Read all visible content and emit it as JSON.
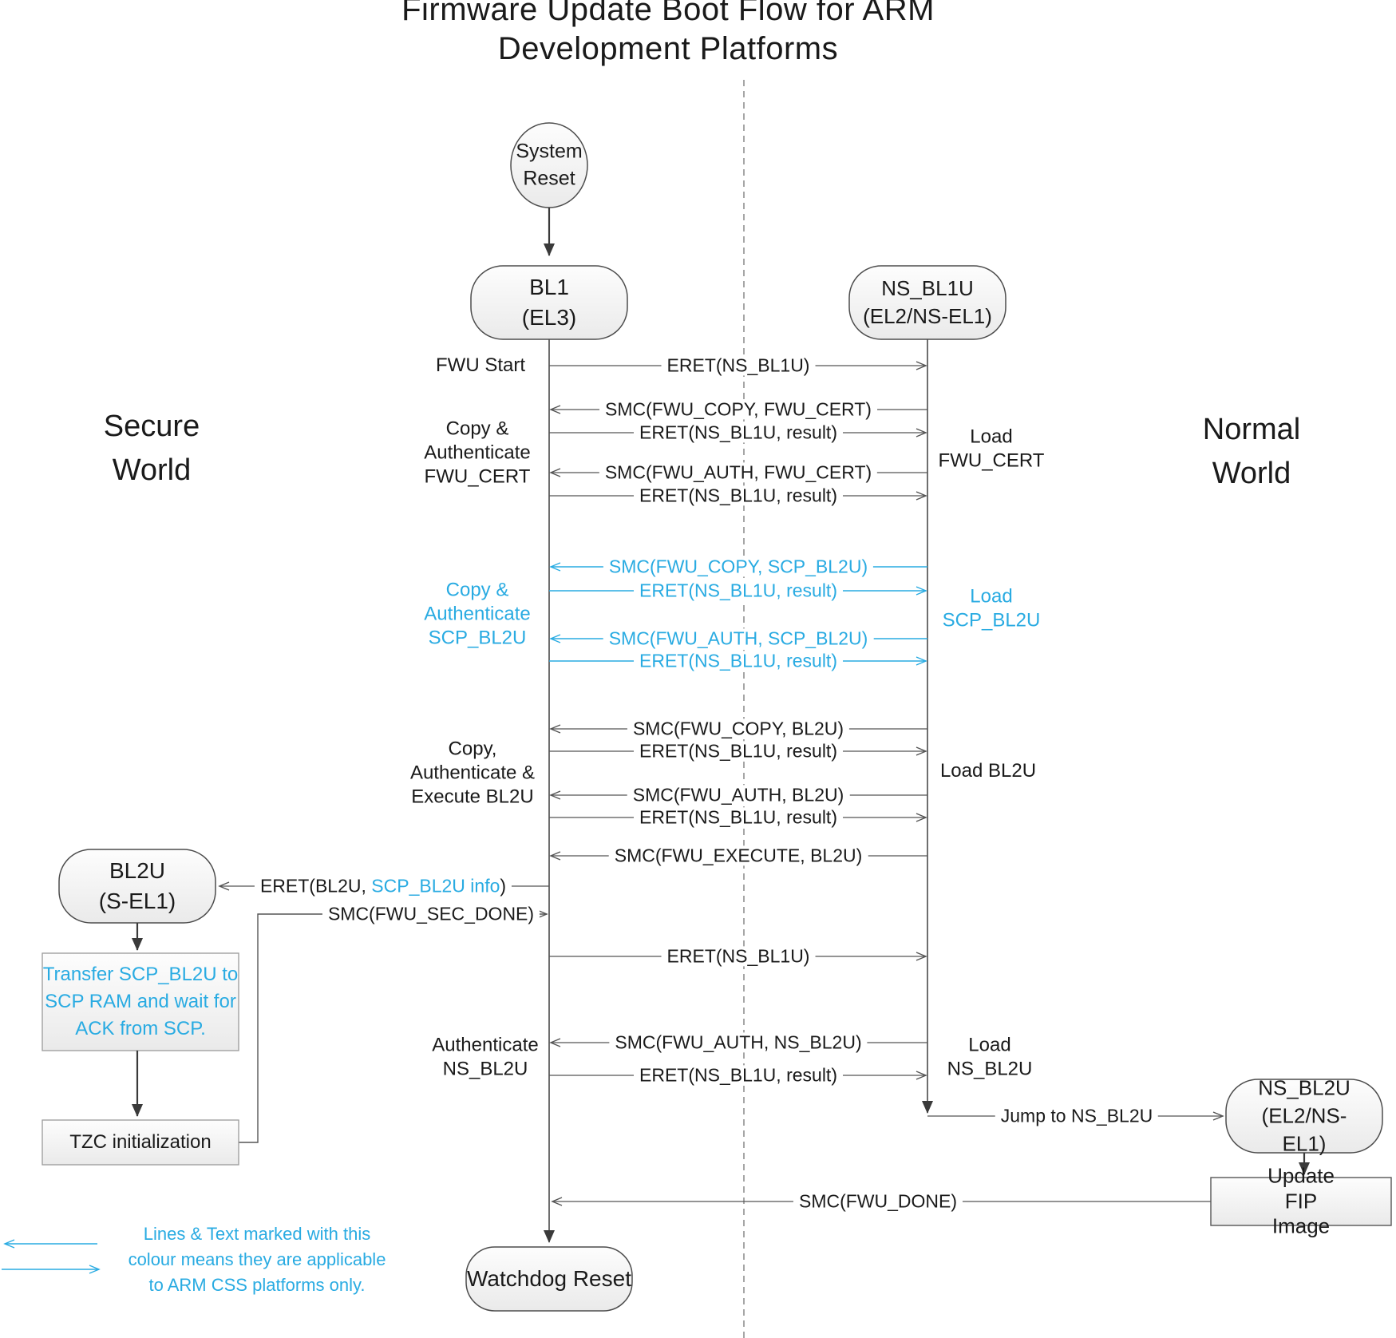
{
  "title": "Firmware Update Boot Flow for ARM Development Platforms",
  "worlds": {
    "secure": "Secure\nWorld",
    "normal": "Normal\nWorld"
  },
  "nodes": {
    "system_reset": "System\nReset",
    "bl1": "BL1\n(EL3)",
    "ns_bl1u": "NS_BL1U\n(EL2/NS-EL1)",
    "bl2u": "BL2U\n(S-EL1)",
    "ns_bl2u": "NS_BL2U\n(EL2/NS-EL1)",
    "watchdog": "Watchdog Reset",
    "transfer_scp": "Transfer SCP_BL2U to\nSCP RAM and wait for\nACK from SCP.",
    "tzc": "TZC initialization",
    "update_fip": "Update FIP Image"
  },
  "messages": [
    {
      "label": "ERET(NS_BL1U)"
    },
    {
      "label": "SMC(FWU_COPY, FWU_CERT)"
    },
    {
      "label": "ERET(NS_BL1U, result)"
    },
    {
      "label": "SMC(FWU_AUTH, FWU_CERT)"
    },
    {
      "label": "ERET(NS_BL1U, result)"
    },
    {
      "label": "SMC(FWU_COPY, SCP_BL2U)"
    },
    {
      "label": "ERET(NS_BL1U, result)"
    },
    {
      "label": "SMC(FWU_AUTH, SCP_BL2U)"
    },
    {
      "label": "ERET(NS_BL1U, result)"
    },
    {
      "label": "SMC(FWU_COPY, BL2U)"
    },
    {
      "label": "ERET(NS_BL1U, result)"
    },
    {
      "label": "SMC(FWU_AUTH, BL2U)"
    },
    {
      "label": "ERET(NS_BL1U, result)"
    },
    {
      "label": "SMC(FWU_EXECUTE, BL2U)"
    },
    {
      "parts": [
        "ERET(BL2U, ",
        "SCP_BL2U info",
        ")"
      ]
    },
    {
      "label": "SMC(FWU_SEC_DONE)"
    },
    {
      "label": "ERET(NS_BL1U)"
    },
    {
      "label": "SMC(FWU_AUTH, NS_BL2U)"
    },
    {
      "label": "ERET(NS_BL1U, result)"
    },
    {
      "label": "Jump to NS_BL2U"
    },
    {
      "label": "SMC(FWU_DONE)"
    }
  ],
  "annotations": {
    "left": {
      "fwu_start": "FWU Start",
      "copy_auth_fwu_cert": "Copy &\nAuthenticate\nFWU_CERT",
      "copy_auth_scp_bl2u": "Copy &\nAuthenticate\nSCP_BL2U",
      "copy_auth_exec_bl2u": "Copy,\nAuthenticate &\nExecute BL2U",
      "auth_ns_bl2u": "Authenticate\nNS_BL2U"
    },
    "right": {
      "load_fwu_cert": "Load\nFWU_CERT",
      "load_scp_bl2u": "Load\nSCP_BL2U",
      "load_bl2u": "Load BL2U",
      "load_ns_bl2u": "Load\nNS_BL2U"
    }
  },
  "legend": {
    "text": "Lines & Text marked with this\ncolour means they are applicable\nto ARM CSS platforms only."
  },
  "colors": {
    "accent_blue": "#29ABE2",
    "line_gray": "#555555"
  }
}
